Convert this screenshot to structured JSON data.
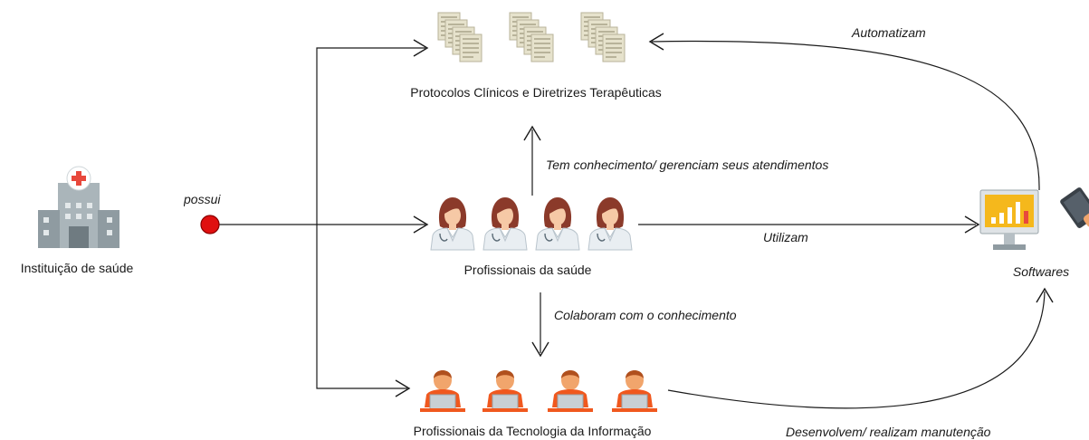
{
  "nodes": {
    "institution": {
      "label": "Instituição de saúde",
      "icon": "hospital-icon"
    },
    "protocols": {
      "label": "Protocolos Clínicos e Diretrizes Terapêuticas",
      "icon": "document-stack-icon"
    },
    "health_professionals": {
      "label": "Profissionais da saúde",
      "icon": "doctor-icon"
    },
    "it_professionals": {
      "label": "Profissionais da Tecnologia da Informação",
      "icon": "developer-icon"
    },
    "software": {
      "label": "Softwares",
      "icon": "monitor-chart-icon"
    }
  },
  "edges": {
    "possui": "possui",
    "tem_conhecimento": "Tem conhecimento/ gerenciam seus atendimentos",
    "utilizam": "Utilizam",
    "colaboram": "Colaboram com o conhecimento",
    "automatizam": "Automatizam",
    "desenvolvem": "Desenvolvem/ realizam manutenção"
  },
  "colors": {
    "connector_dot": "#e01010",
    "line": "#1a1a1a",
    "doctor_hair": "#8b3a2a",
    "doctor_coat": "#e9eef2",
    "developer_shirt": "#f0581e",
    "developer_skin": "#f1a56c",
    "hospital": "#9aa7ad",
    "document": "#e6e2cc",
    "monitor_screen": "#f5b81c"
  }
}
